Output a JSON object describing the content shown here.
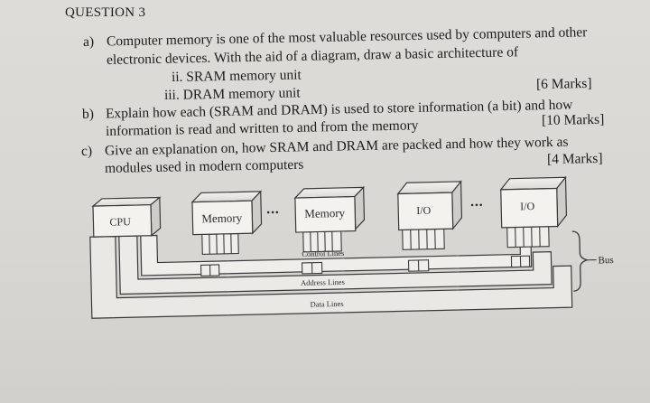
{
  "question": {
    "title": "QUESTION 3",
    "a": {
      "label": "a)",
      "line1": "Computer memory is one of the most valuable resources used by computers and other",
      "line2": "electronic devices. With the aid of a diagram, draw a basic architecture of",
      "item_ii": "ii.  SRAM memory unit",
      "item_iii": "iii.  DRAM memory unit",
      "marks": "[6 Marks]"
    },
    "b": {
      "label": "b)",
      "line1": "Explain how each (SRAM and DRAM) is used to store information (a bit) and how",
      "line2": "information is read and written to and from the memory",
      "marks": "[10 Marks]"
    },
    "c": {
      "label": "c)",
      "line1": "Give an explanation on, how SRAM and DRAM are packed and how they work as",
      "line2": "modules used in modern computers",
      "marks": "[4 Marks]"
    }
  },
  "diagram": {
    "cpu": "CPU",
    "memory1": "Memory",
    "memory2": "Memory",
    "io1": "I/O",
    "io2": "I/O",
    "ellipsis1": "•••",
    "ellipsis2": "•••",
    "control_lines": "Control Lines",
    "address_lines": "Address Lines",
    "data_lines": "Data Lines",
    "bus": "Bus"
  }
}
